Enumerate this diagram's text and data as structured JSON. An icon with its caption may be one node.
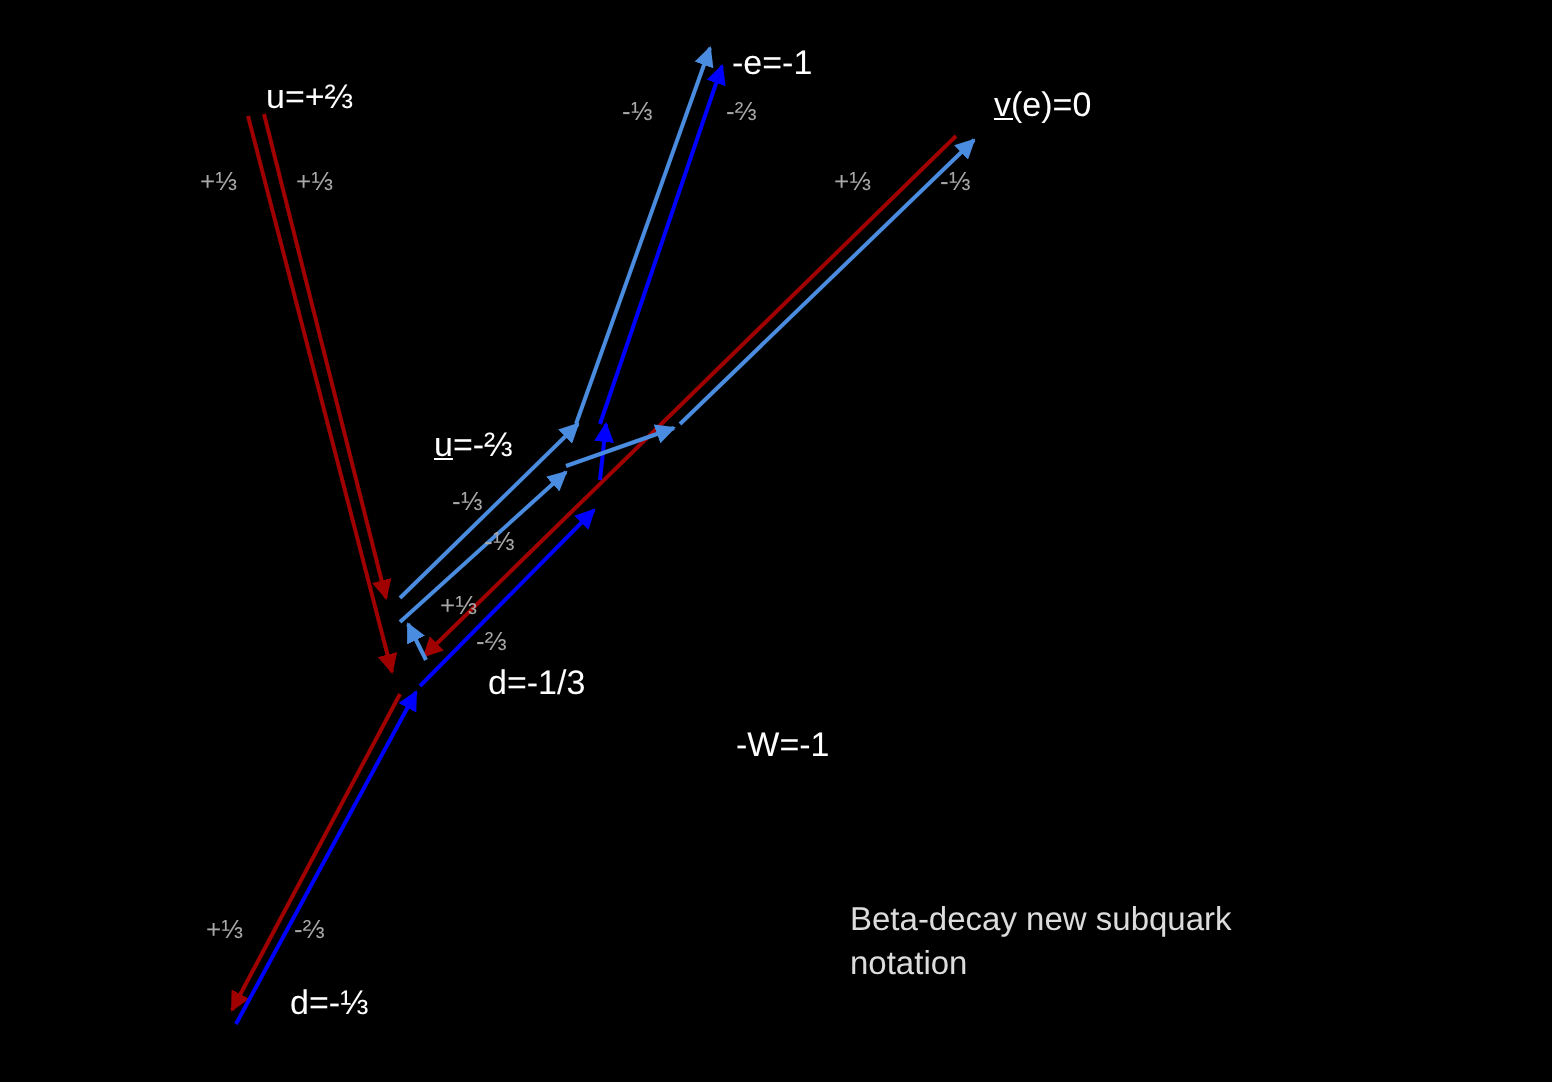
{
  "diagram": {
    "caption": "Beta-decay new subquark notation",
    "labels": [
      "-e=-1",
      "u=+⅔",
      "-⅓",
      "-⅔",
      "v(e)=0",
      "+⅓",
      "+⅓",
      "+⅓",
      "-⅓",
      "u=-⅔",
      "-⅓",
      "-⅓",
      "+⅓",
      "-⅔",
      "d=-1/3",
      "-W=-1",
      "+⅓",
      "-⅔",
      "d=-⅓"
    ]
  }
}
